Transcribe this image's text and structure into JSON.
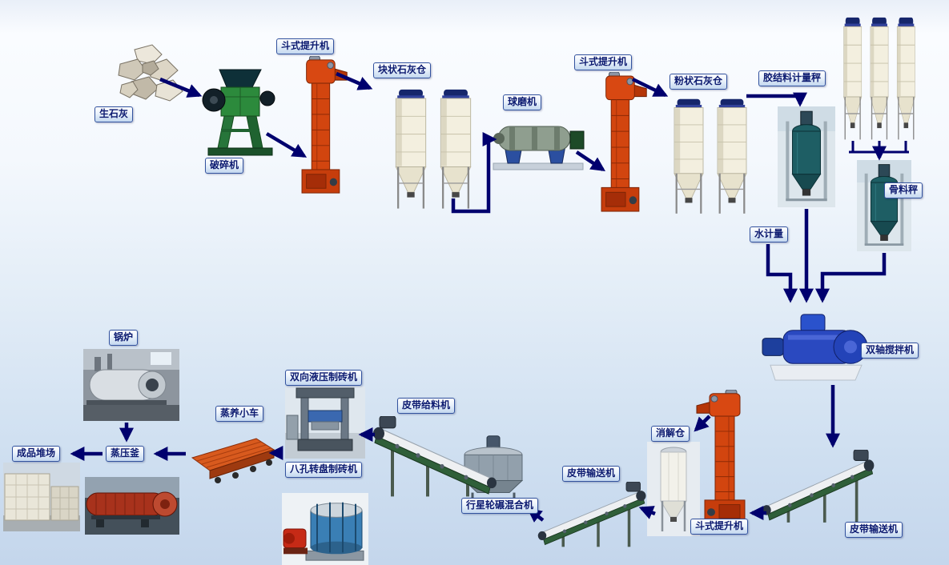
{
  "colors": {
    "arrow": "#00006e",
    "label_text": "#0c1a70",
    "label_border": "#33539f",
    "background_top": "#fafcff",
    "background_bottom": "#c4d6ec"
  },
  "diagram": {
    "type": "process-flow",
    "labels": {
      "quicklime": "生石灰",
      "crusher": "破碎机",
      "bucket_elevator_1": "斗式提升机",
      "lump_lime_silo": "块状石灰仓",
      "ball_mill": "球磨机",
      "bucket_elevator_2": "斗式提升机",
      "powder_lime_silo": "粉状石灰仓",
      "binder_metering_scale": "胶结料计量秤",
      "aggregate_scale": "骨料秤",
      "water_metering": "水计量",
      "twin_shaft_mixer": "双轴搅拌机",
      "belt_conveyor_right": "皮带输送机",
      "bucket_elevator_3": "斗式提升机",
      "slaking_silo": "消解仓",
      "belt_conveyor_mid": "皮带输送机",
      "planetary_wheel_mixer": "行星轮碾混合机",
      "belt_feeder": "皮带给料机",
      "hydraulic_brick_machine": "双向液压制砖机",
      "rotary_brick_machine": "八孔转盘制砖机",
      "steam_curing_trolley": "蒸养小车",
      "autoclave": "蒸压釜",
      "boiler": "锅炉",
      "finished_product_yard": "成品堆场"
    },
    "flow": [
      [
        "quicklime",
        "crusher"
      ],
      [
        "crusher",
        "bucket_elevator_1"
      ],
      [
        "bucket_elevator_1",
        "lump_lime_silo"
      ],
      [
        "lump_lime_silo",
        "ball_mill"
      ],
      [
        "ball_mill",
        "bucket_elevator_2"
      ],
      [
        "bucket_elevator_2",
        "powder_lime_silo"
      ],
      [
        "powder_lime_silo",
        "binder_metering_scale"
      ],
      [
        "binder_metering_scale",
        "twin_shaft_mixer"
      ],
      [
        "water_metering",
        "twin_shaft_mixer"
      ],
      [
        "storage_silos",
        "aggregate_scale"
      ],
      [
        "aggregate_scale",
        "twin_shaft_mixer"
      ],
      [
        "twin_shaft_mixer",
        "belt_conveyor_right"
      ],
      [
        "belt_conveyor_right",
        "bucket_elevator_3"
      ],
      [
        "bucket_elevator_3",
        "slaking_silo"
      ],
      [
        "slaking_silo",
        "belt_conveyor_mid"
      ],
      [
        "belt_conveyor_mid",
        "planetary_wheel_mixer"
      ],
      [
        "planetary_wheel_mixer",
        "belt_feeder"
      ],
      [
        "belt_feeder",
        "hydraulic_brick_machine"
      ],
      [
        "hydraulic_brick_machine",
        "steam_curing_trolley"
      ],
      [
        "steam_curing_trolley",
        "autoclave"
      ],
      [
        "autoclave",
        "finished_product_yard"
      ],
      [
        "boiler",
        "autoclave"
      ]
    ]
  }
}
